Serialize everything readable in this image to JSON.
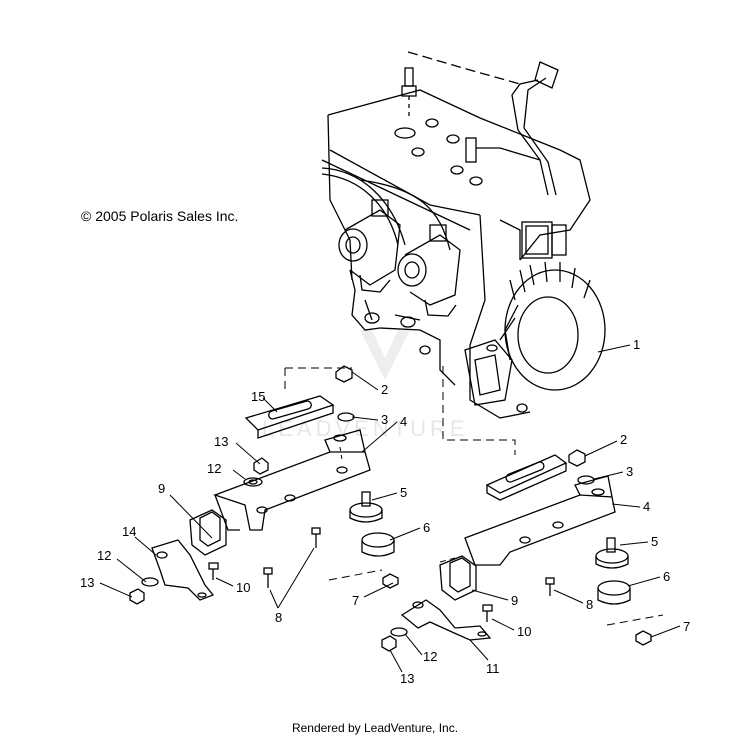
{
  "copyright": "© 2005 Polaris Sales Inc.",
  "footer": "Rendered by LeadVenture, Inc.",
  "watermark": "LEADVENTURE",
  "callouts": {
    "c1": "1",
    "c2a": "2",
    "c3a": "3",
    "c4a": "4",
    "c5a": "5",
    "c6a": "6",
    "c7a": "7",
    "c8a": "8",
    "c9a": "9",
    "c10a": "10",
    "c12a": "12",
    "c13a": "13",
    "c14": "14",
    "c15": "15",
    "c12b": "12",
    "c13b": "13",
    "c2b": "2",
    "c3b": "3",
    "c4b": "4",
    "c5b": "5",
    "c6b": "6",
    "c7b": "7",
    "c8b": "8",
    "c9b": "9",
    "c10b": "10",
    "c11": "11",
    "c12c": "12",
    "c13c": "13"
  }
}
